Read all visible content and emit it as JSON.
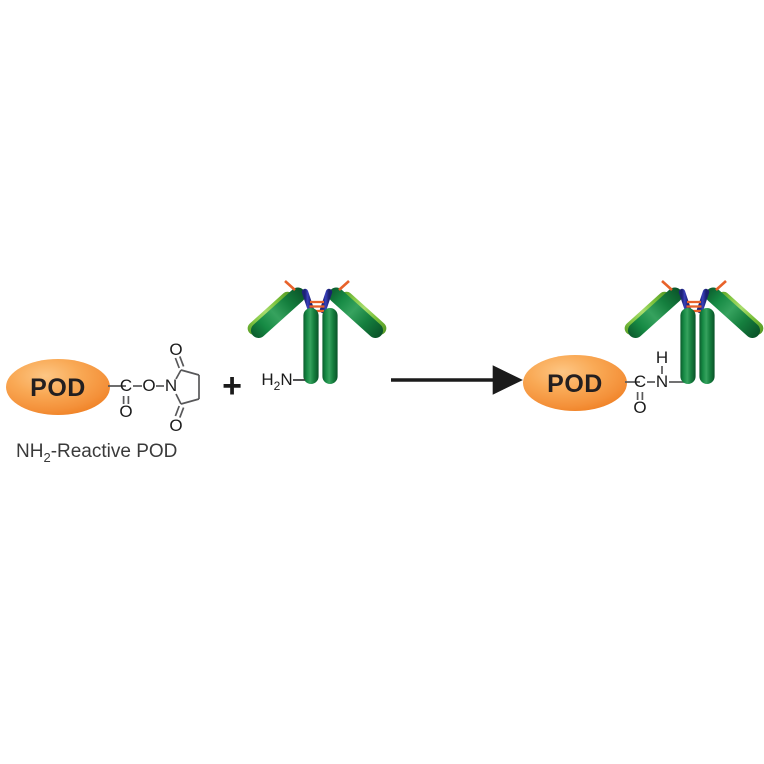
{
  "figure": {
    "title": "NH2-Reactive POD antibody conjugation scheme",
    "background_color": "#ffffff"
  },
  "reactant_pod": {
    "ellipse_label": "POD",
    "caption": "NH",
    "caption_sub": "2",
    "caption_rest": "-Reactive POD",
    "caption_full": "NH2-Reactive POD",
    "chem_atoms": {
      "carbonyl_c": "C",
      "carbonyl_o": "O",
      "ester_o": "O",
      "imide_n": "N",
      "ring_o_top": "O",
      "ring_o_bottom": "O"
    },
    "colors": {
      "ellipse_fill_light": "#fbb972",
      "ellipse_fill_mid": "#f89b3f",
      "ellipse_fill_edge": "#f07f22",
      "bond_stroke": "#58585a",
      "label_text": "#231f20"
    }
  },
  "plus_sign": {
    "symbol": "+"
  },
  "antibody_left": {
    "amine_label_main": "H",
    "amine_label_sub": "2",
    "amine_label_tail": "N",
    "amine_label_full": "H2N-",
    "parts": {
      "heavy_chain": "heavy-chain",
      "light_chain": "light-chain",
      "hinge": "hinge",
      "disulfide": "disulfide-bond"
    },
    "colors": {
      "heavy_chain": "#127a3c",
      "heavy_chain_shade": "#0c5c2d",
      "heavy_chain_highlight": "#3f9e5f",
      "light_chain": "#7cc23c",
      "light_chain_shade": "#5ea32a",
      "light_chain_highlight": "#a5d96b",
      "hinge": "#2a2f9e",
      "disulfide": "#e8622a"
    }
  },
  "arrow": {
    "direction": "right",
    "color": "#1b1b1b"
  },
  "product_conjugate": {
    "ellipse_label": "POD",
    "chem_atoms": {
      "carbonyl_c": "C",
      "carbonyl_o": "O",
      "amide_n": "N",
      "amide_h": "H"
    },
    "colors": {
      "ellipse_fill_light": "#fbb972",
      "ellipse_fill_mid": "#f89b3f",
      "ellipse_fill_edge": "#f07f22",
      "bond_stroke": "#58585a",
      "label_text": "#231f20"
    }
  },
  "antibody_right": {
    "parts": {
      "heavy_chain": "heavy-chain",
      "light_chain": "light-chain",
      "hinge": "hinge",
      "disulfide": "disulfide-bond"
    },
    "colors": {
      "heavy_chain": "#127a3c",
      "light_chain": "#7cc23c",
      "hinge": "#2a2f9e",
      "disulfide": "#e8622a"
    }
  }
}
